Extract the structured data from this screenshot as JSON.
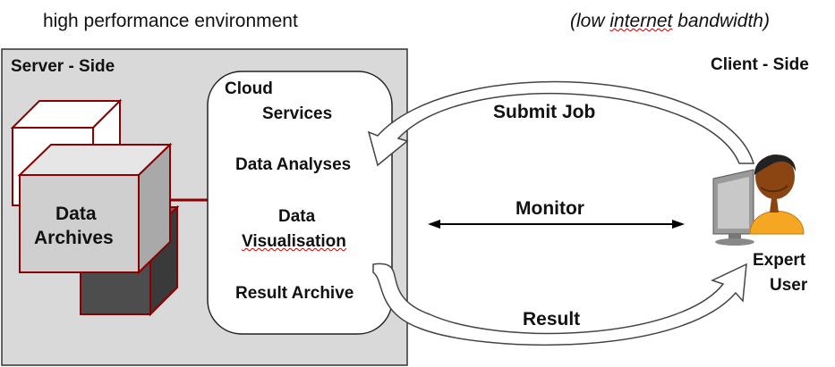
{
  "header": {
    "left_text": "high performance environment",
    "right_text_open": "(low ",
    "right_text_underlined": "internet",
    "right_text_close": " bandwidth)"
  },
  "server": {
    "label": "Server - Side",
    "archives_line1": "Data",
    "archives_line2": "Archives"
  },
  "cloud": {
    "title_line1": "Cloud",
    "title_line2": "Services",
    "items": [
      "Data Analyses",
      "Data",
      "Visualisation",
      "Result Archive"
    ]
  },
  "client": {
    "label": "Client - Side",
    "user_line1": "Expert",
    "user_line2": "User"
  },
  "flows": {
    "submit": "Submit Job",
    "monitor": "Monitor",
    "result": "Result"
  },
  "colors": {
    "server_bg": "#d9d9d9",
    "cube_front": "#cfcfcf",
    "cube_border": "#8b0000",
    "connector": "#8b0000",
    "arrow_fill": "#ffffff",
    "arrow_stroke": "#444444",
    "skin": "#8b4513",
    "shirt": "#f5a623"
  }
}
